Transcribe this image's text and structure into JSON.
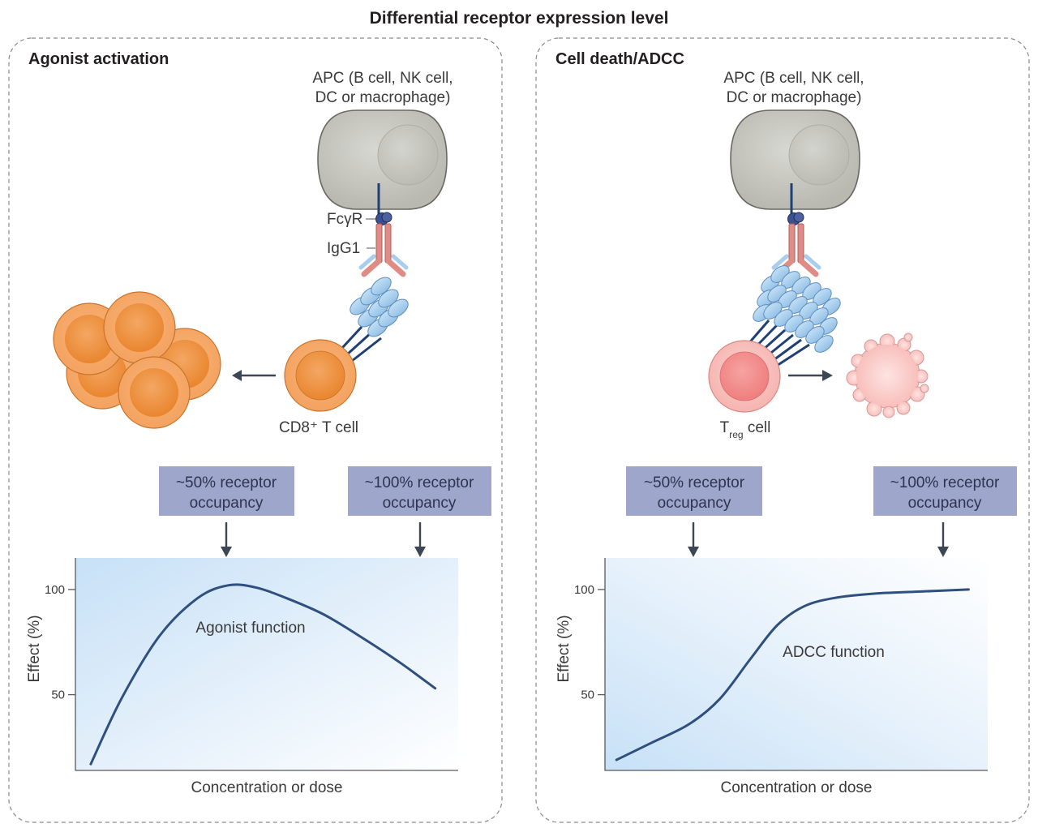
{
  "title": "Differential receptor expression level",
  "panels": [
    {
      "heading": "Agonist activation",
      "apc_label_line1": "APC (B cell, NK cell,",
      "apc_label_line2": "DC or macrophage)",
      "fcgr_label": "FcγR",
      "igg1_label": "IgG1",
      "cell_label": "CD8⁺ T cell",
      "occupancy_50_line1": "~50% receptor",
      "occupancy_50_line2": "occupancy",
      "occupancy_100_line1": "~100% receptor",
      "occupancy_100_line2": "occupancy",
      "function_label": "Agonist function",
      "xlabel": "Concentration or dose",
      "ylabel": "Effect (%)"
    },
    {
      "heading": "Cell death/ADCC",
      "apc_label_line1": "APC (B cell, NK cell,",
      "apc_label_line2": "DC or macrophage)",
      "cell_label_main": "T",
      "cell_label_sub": "reg",
      "cell_label_rest": " cell",
      "occupancy_50_line1": "~50% receptor",
      "occupancy_50_line2": "occupancy",
      "occupancy_100_line1": "~100% receptor",
      "occupancy_100_line2": "occupancy",
      "function_label": "ADCC function",
      "xlabel": "Concentration or dose",
      "ylabel": "Effect (%)"
    }
  ],
  "colors": {
    "apc_cell": "#c4c4be",
    "cd8_t_cell": "#f2a05a",
    "treg_cell": "#f6b7b4",
    "receptor": "#a8cfee",
    "fc_receptor": "#3c4f8e",
    "igg1": "#e08c86",
    "occupancy_box": "#9ea6cc",
    "curve": "#2f4f7f"
  },
  "chart_data": [
    {
      "type": "line",
      "ylabel": "Effect (%)",
      "xlabel": "Concentration or dose",
      "yticks": [
        50,
        100
      ],
      "ylim": [
        14,
        115
      ],
      "xlim": [
        0,
        1
      ],
      "series": [
        {
          "x": [
            0.04,
            0.12,
            0.22,
            0.32,
            0.4,
            0.47,
            0.55,
            0.65,
            0.75,
            0.85,
            0.94
          ],
          "y": [
            17,
            48,
            78,
            96,
            102,
            101,
            96,
            88,
            77,
            65,
            53
          ]
        }
      ]
    },
    {
      "type": "line",
      "ylabel": "Effect (%)",
      "xlabel": "Concentration or dose",
      "yticks": [
        50,
        100
      ],
      "ylim": [
        14,
        115
      ],
      "xlim": [
        0,
        1
      ],
      "series": [
        {
          "x": [
            0.03,
            0.12,
            0.22,
            0.3,
            0.38,
            0.45,
            0.52,
            0.6,
            0.7,
            0.82,
            0.95
          ],
          "y": [
            19,
            27,
            36,
            48,
            67,
            83,
            92,
            96,
            98,
            99,
            100
          ]
        }
      ]
    }
  ]
}
